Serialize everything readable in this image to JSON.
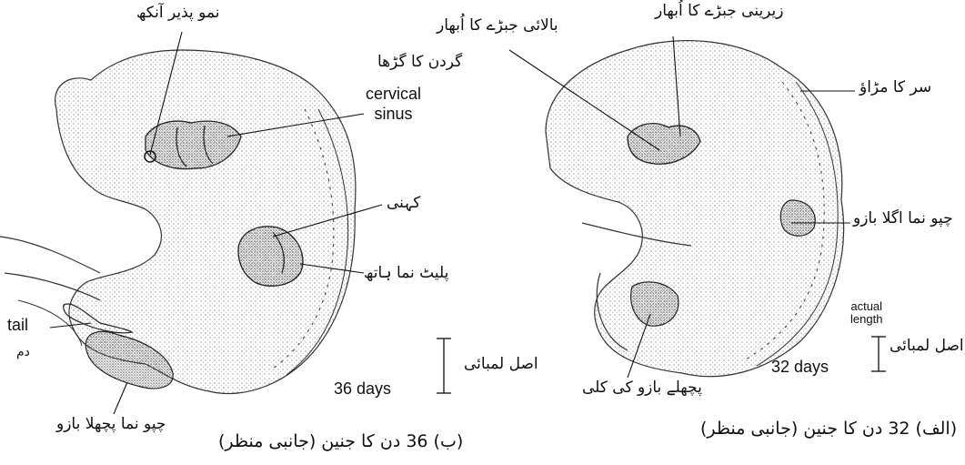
{
  "left_figure": {
    "labels": {
      "optic_cup": "نمو پذیر آنکھ",
      "neck_pit": "گردن کا گڑھا",
      "cervical_sinus": "cervical\nsinus",
      "elbow": "کہنی",
      "hand_plate": "پلیٹ نما ہاتھ",
      "tail_en": "tail",
      "tail_ur": "دم",
      "hindlimb_paddle": "چپو نما پچھلا بازو",
      "actual_length": "اصل لمبائی",
      "days": "36 days"
    },
    "caption": "(ب) 36 دن کا جنین (جانبی منظر)"
  },
  "right_figure": {
    "labels": {
      "upper_jaw": "بالائی جبڑے کا اُبھار",
      "lower_jaw": "زیرینی جبڑے کا اُبھار",
      "head_fold": "سر کا مڑاؤ",
      "forelimb_paddle": "چپو نما اگلا بازو",
      "actual_length_en": "actual\nlength",
      "actual_length": "اصل لمبائی",
      "days": "32 days",
      "hindlimb_bud": "پچھلے بازو کی کلی"
    },
    "caption": "(الف) 32 دن کا جنین (جانبی منظر)"
  },
  "colors": {
    "ink": "#111111",
    "stipple": "#9a9a9a",
    "background": "#ffffff"
  }
}
